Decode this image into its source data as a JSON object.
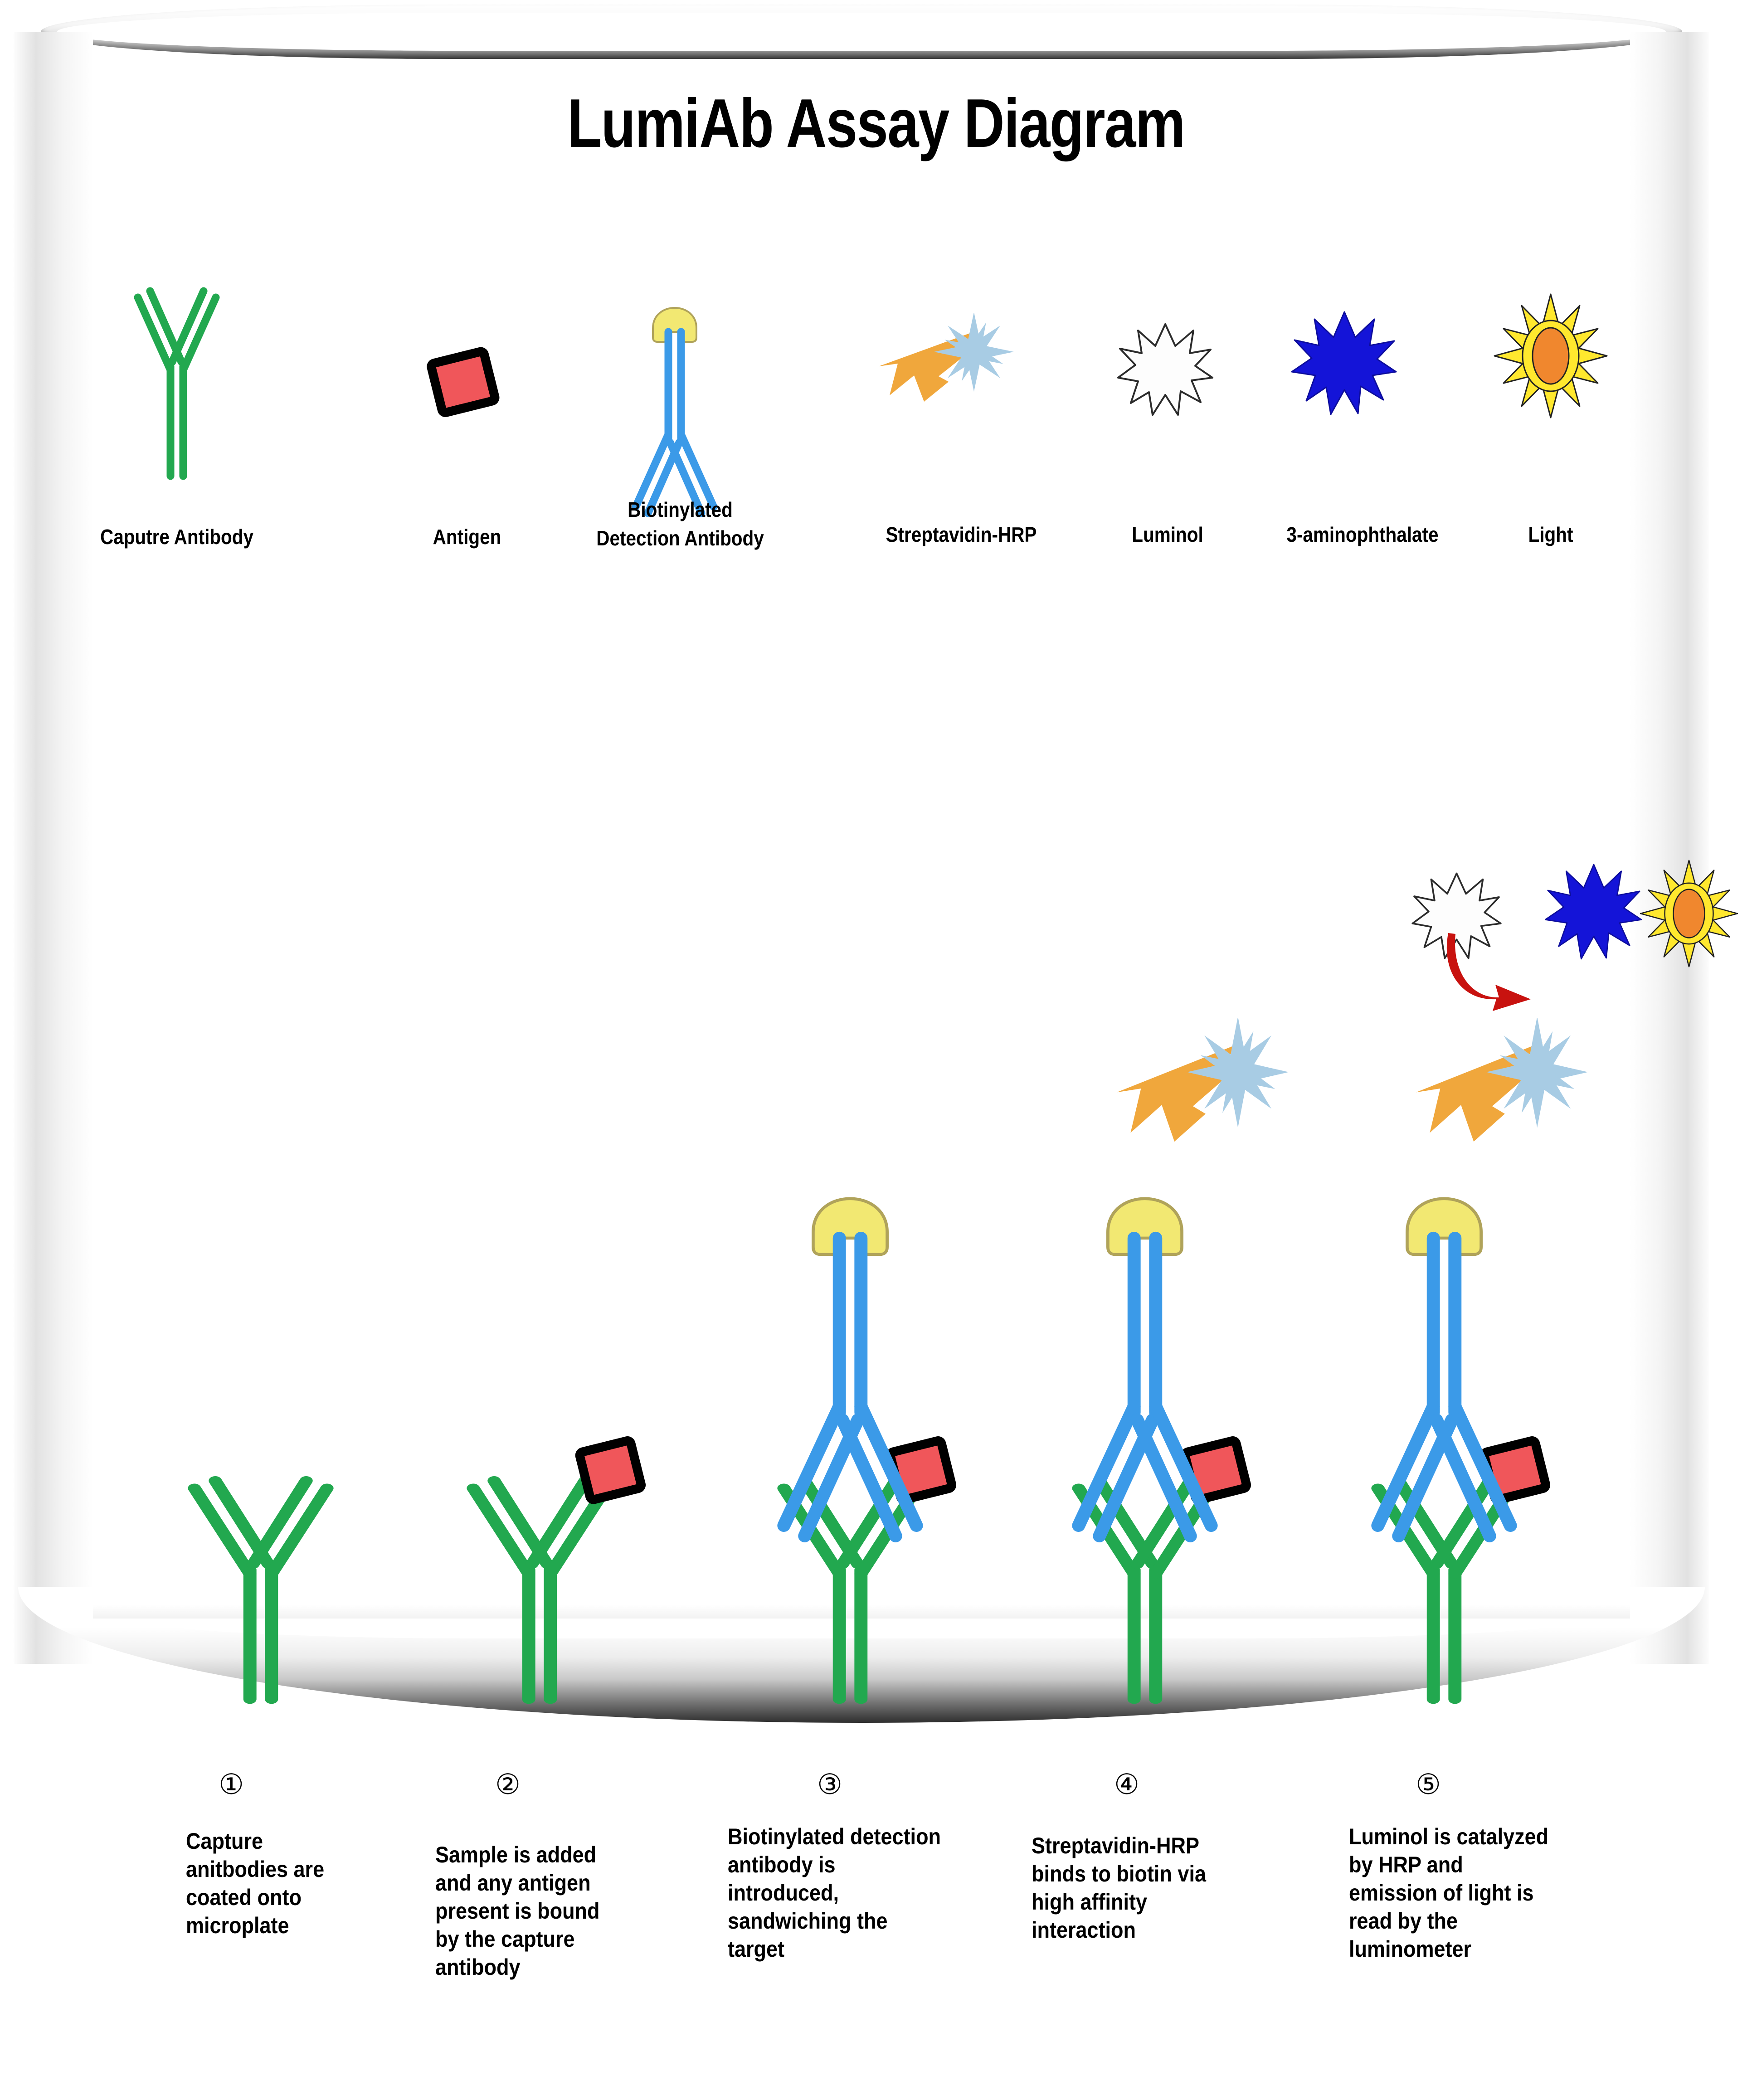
{
  "title": "LumiAb Assay Diagram",
  "colors": {
    "capture_antibody_green": "#22a84f",
    "detection_antibody_blue": "#3b9ae8",
    "antigen_red": "#f0565a",
    "antigen_outline": "#000000",
    "biotin_yellow": "#f2e872",
    "hrp_lightning_orange": "#f0a73c",
    "hrp_burst_lightblue": "#a8cce4",
    "luminol_white": "#fdfdfd",
    "aminophthalate_blue": "#1414d8",
    "light_yellow": "#ffe82e",
    "light_core_orange": "#f0872e",
    "arrow_red": "#c8120f"
  },
  "legend": {
    "items": [
      {
        "label": "Caputre Antibody",
        "icon": "antibody-green-icon"
      },
      {
        "label": "Antigen",
        "icon": "antigen-square-icon"
      },
      {
        "label": "Biotinylated\nDetection Antibody",
        "line1": "Biotinylated",
        "line2": "Detection Antibody",
        "icon": "antibody-blue-biotin-icon"
      },
      {
        "label": "Streptavidin-HRP",
        "icon": "streptavidin-hrp-icon"
      },
      {
        "label": "Luminol",
        "icon": "luminol-burst-icon"
      },
      {
        "label": "3-aminophthalate",
        "icon": "aminophthalate-burst-icon"
      },
      {
        "label": "Light",
        "icon": "light-sun-icon"
      }
    ]
  },
  "steps": [
    {
      "number": "①",
      "text": "Capture anitbodies are coated onto microplate"
    },
    {
      "number": "②",
      "text": "Sample is added and any antigen present is bound by the capture antibody"
    },
    {
      "number": "③",
      "text": "Biotinylated detection antibody is introduced, sandwiching the target"
    },
    {
      "number": "④",
      "text": "Streptavidin-HRP binds to biotin via high affinity interaction"
    },
    {
      "number": "⑤",
      "text": "Luminol is catalyzed by HRP and emission of light is read by the luminometer"
    }
  ],
  "diagram": {
    "container": "microplate-well-beaker",
    "reaction_sequence": [
      "Luminol",
      "3-aminophthalate",
      "Light"
    ]
  }
}
